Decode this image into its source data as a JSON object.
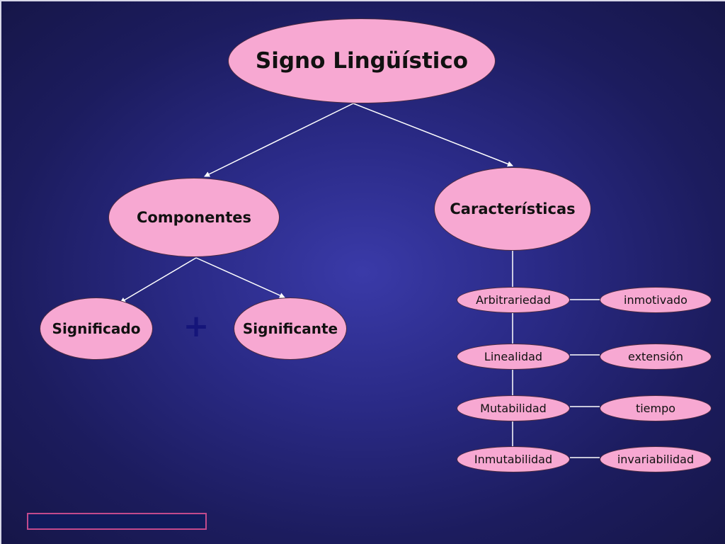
{
  "diagram": {
    "root": "Signo Lingüístico",
    "left_branch": "Componentes",
    "right_branch": "Características",
    "components": [
      "Significado",
      "Significante"
    ],
    "operator": "+",
    "characteristics": [
      {
        "name": "Arbitrariedad",
        "detail": "inmotivado"
      },
      {
        "name": "Linealidad",
        "detail": "extensión"
      },
      {
        "name": "Mutabilidad",
        "detail": "tiempo"
      },
      {
        "name": "Inmutabilidad",
        "detail": "invariabilidad"
      }
    ]
  },
  "colors": {
    "node_fill": "#f7a8d2",
    "background": "#2a2a86",
    "connector": "#ffffff",
    "plus_sign": "#15157a",
    "footer_border": "#c24a8c"
  }
}
